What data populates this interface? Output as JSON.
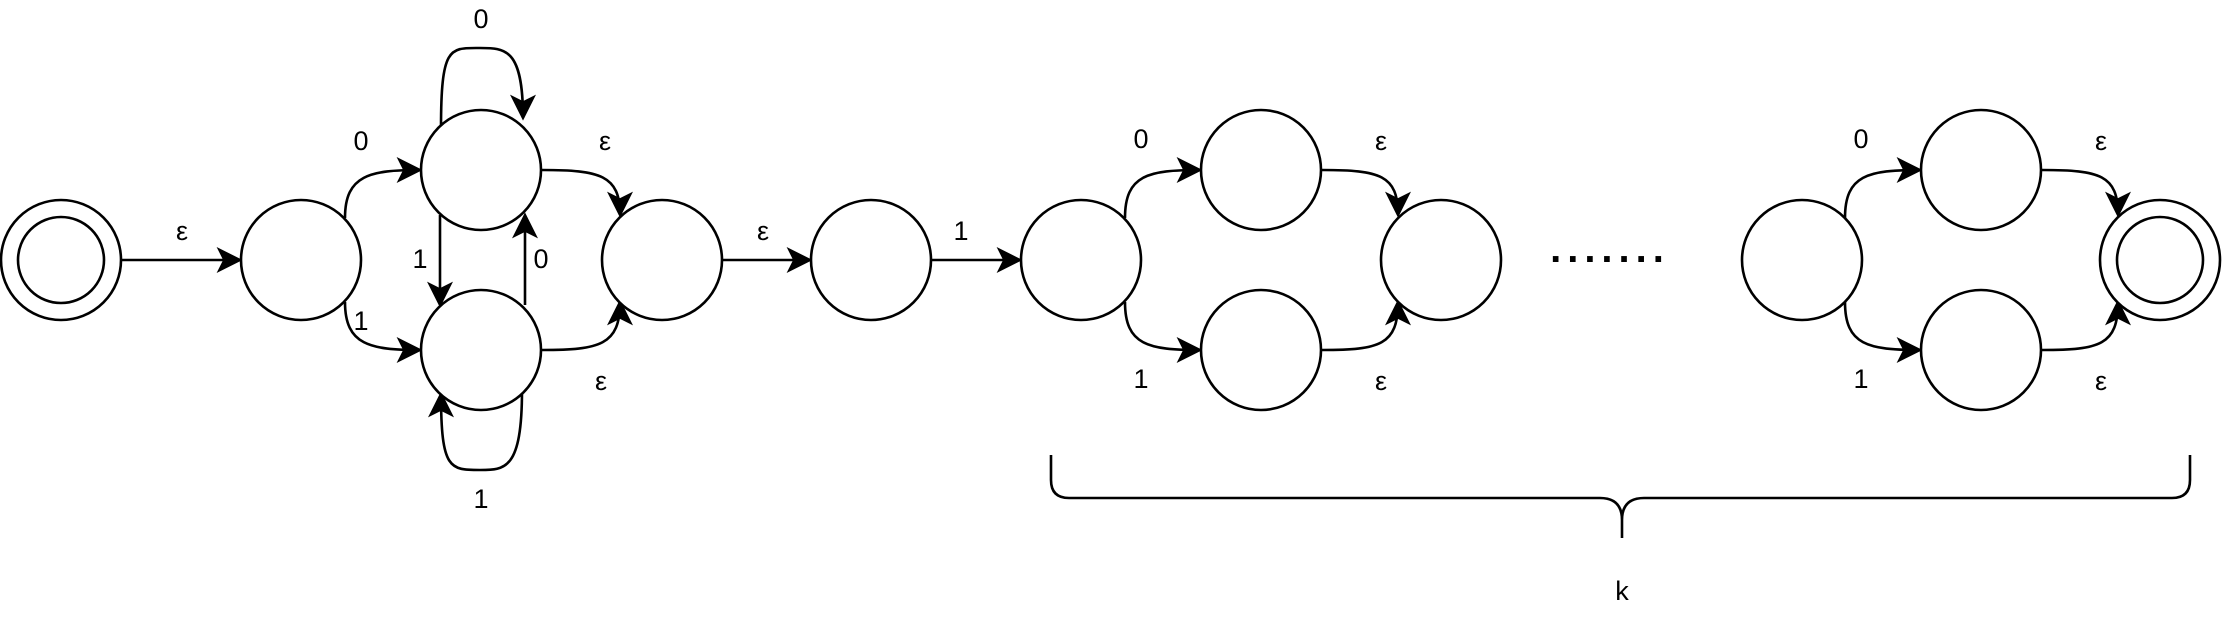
{
  "diagram": {
    "colors": {
      "stroke": "#000000",
      "background": "#ffffff"
    },
    "labels": {
      "start_to_a": "ε",
      "a_to_b": "0",
      "a_to_c": "1",
      "b_loop": "0",
      "b_to_c": "1",
      "c_to_b": "0",
      "c_loop": "1",
      "b_to_d": "ε",
      "c_to_d": "ε",
      "d_to_e": "ε",
      "e_to_f": "1",
      "g1_top": "0",
      "g1_bottom": "1",
      "g1_top_out": "ε",
      "g1_bottom_out": "ε",
      "g2_top": "0",
      "g2_bottom": "1",
      "g2_top_out": "ε",
      "g2_bottom_out": "ε",
      "ellipsis": ".......",
      "brace_label": "k"
    }
  }
}
